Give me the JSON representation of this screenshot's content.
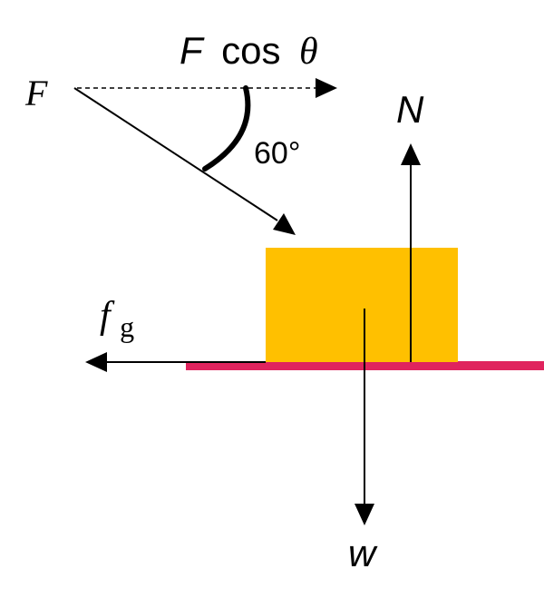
{
  "labels": {
    "applied_force": "F",
    "horizontal_component_symbol": "F",
    "horizontal_component_func": "cos",
    "horizontal_component_angle": "θ",
    "angle": "60°",
    "normal_force": "N",
    "friction_symbol": "f",
    "friction_subscript": "g",
    "weight": "w"
  },
  "colors": {
    "block": "#FFC000",
    "surface": "#E0245E",
    "arrows": "#000000"
  }
}
